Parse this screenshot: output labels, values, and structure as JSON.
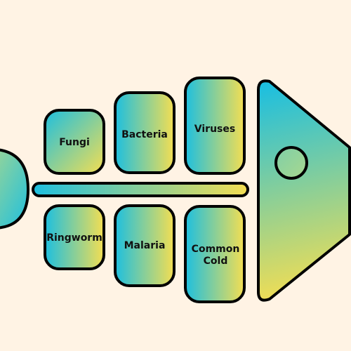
{
  "colors": {
    "background": "#FFF3E4",
    "outline": "#000000",
    "gradient_cyan": "#1DBFDF",
    "gradient_yellow": "#F4DE52"
  },
  "top_bones": [
    {
      "line1": "Fungi",
      "line2": ""
    },
    {
      "line1": "Bacteria",
      "line2": ""
    },
    {
      "line1": "Viruses",
      "line2": ""
    }
  ],
  "bottom_bones": [
    {
      "line1": "Ringworm",
      "line2": ""
    },
    {
      "line1": "Malaria",
      "line2": ""
    },
    {
      "line1": "Common",
      "line2": "Cold"
    }
  ]
}
